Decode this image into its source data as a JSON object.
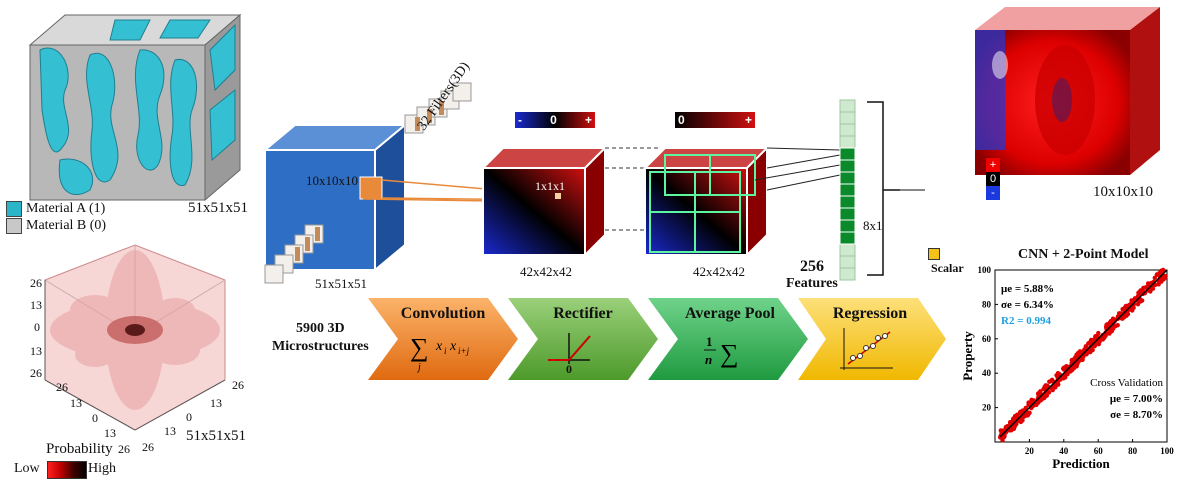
{
  "top_left": {
    "size_label": "51x51x51",
    "legend": [
      {
        "label": "Material A (1)",
        "color": "#2bb5c9"
      },
      {
        "label": "Material B (0)",
        "color": "#c8c8c8"
      }
    ]
  },
  "bottom_left": {
    "axis_ticks_left": [
      "26",
      "13",
      "0",
      "13",
      "26"
    ],
    "axis_ticks_bottom_left": [
      "26",
      "13",
      "0",
      "13",
      "26"
    ],
    "axis_ticks_right": [
      "26",
      "13",
      "0",
      "13",
      "26"
    ],
    "size_label": "51x51x51",
    "prob_title": "Probability",
    "prob_low": "Low",
    "prob_high": "High"
  },
  "cnn": {
    "input_size": "51x51x51",
    "filter_size": "10x10x10",
    "filters_label": "32 Filters(3D)",
    "conv_out_size": "42x42x42",
    "conv_kernel_label": "1x1x1",
    "pool_size": "42x42x42",
    "features_count": "256",
    "features_label": "Features",
    "vec_size": "8x1",
    "output_label": "Scalar",
    "colorbar1": {
      "neg": "-",
      "zero": "0",
      "pos": "+"
    },
    "colorbar2": {
      "zero": "0",
      "pos": "+"
    }
  },
  "pipeline": {
    "input_label_line1": "5900 3D",
    "input_label_line2": "Microstructures",
    "steps": [
      {
        "title": "Convolution",
        "color": "#f08a2e"
      },
      {
        "title": "Rectifier",
        "color": "#5fae3a"
      },
      {
        "title": "Average Pool",
        "color": "#2ea84e"
      },
      {
        "title": "Regression",
        "color": "#f2c21b"
      }
    ],
    "rectifier_zero": "0"
  },
  "top_right": {
    "size_label": "10x10x10",
    "cb": {
      "pos": "+",
      "zero": "0",
      "neg": "-"
    }
  },
  "chart_data": {
    "type": "scatter",
    "title": "CNN + 2-Point Model",
    "xlabel": "Prediction",
    "ylabel": "Property",
    "xlim": [
      0,
      100
    ],
    "ylim": [
      0,
      100
    ],
    "xticks": [
      20,
      40,
      60,
      80,
      100
    ],
    "yticks": [
      20,
      40,
      60,
      80,
      100
    ],
    "series": [
      {
        "color": "#e00000",
        "trend": "y = x",
        "x_range": [
          3,
          100
        ]
      }
    ],
    "annotations_top": {
      "mu": "μe = 5.88%",
      "sigma": "σe = 6.34%",
      "r2": "R2 = 0.994"
    },
    "annotations_bottom": {
      "title": "Cross Validation",
      "mu": "μe = 7.00%",
      "sigma": "σe = 8.70%"
    }
  }
}
